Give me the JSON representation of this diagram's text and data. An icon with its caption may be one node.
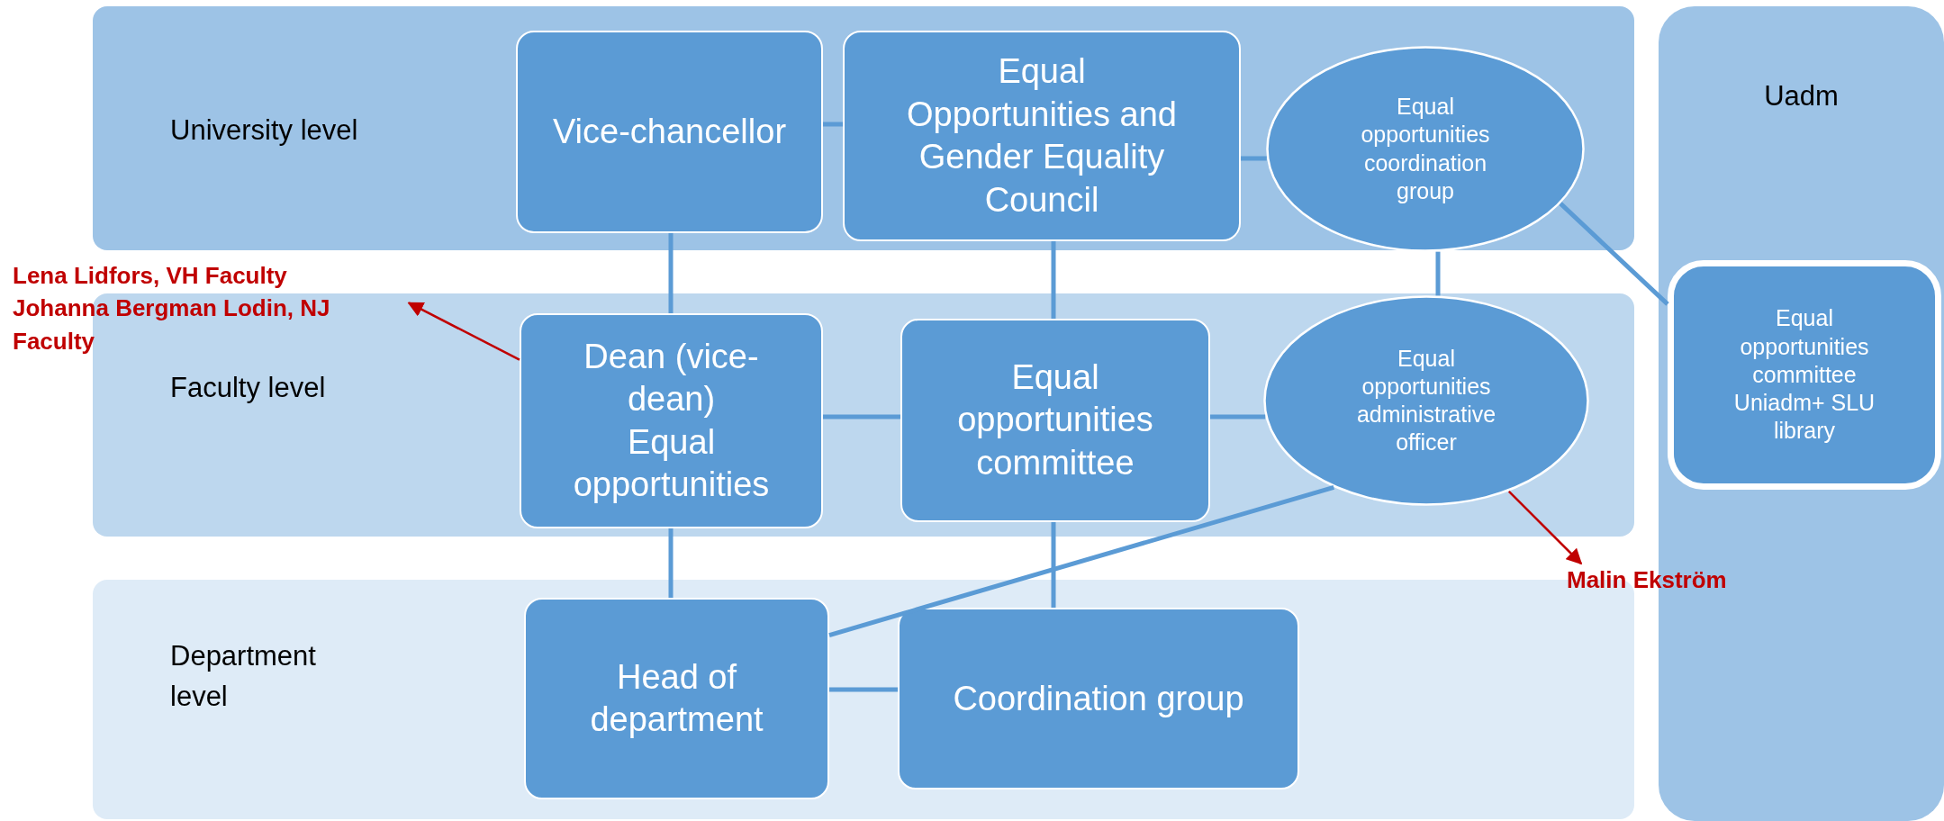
{
  "diagram": {
    "nodes": [
      {
        "text": [
          "University level"
        ]
      },
      {
        "text": [
          "Vice-chancellor"
        ],
        "in": 0
      },
      {
        "text": [
          "Equal Opportunities and Gender Equality Council"
        ],
        "in": 0
      },
      {
        "text": [
          "Equal opportunities coordination group"
        ],
        "in": 0
      },
      {
        "text": [
          "Uadm"
        ]
      },
      {
        "text": [
          "Equal opportunities committee Uniadm+ SLU library"
        ],
        "in": 4
      },
      {
        "text": [
          "Faculty level"
        ]
      },
      {
        "text": [
          "Dean (vice-dean)",
          "Equal opportunities"
        ],
        "in": 6
      },
      {
        "text": [
          "Equal opportunities committee"
        ],
        "in": 6
      },
      {
        "text": [
          "Equal opportunities administrative officer"
        ],
        "in": 6
      },
      {
        "text": [
          "Department level"
        ]
      },
      {
        "text": [
          "Head of department"
        ],
        "in": 10
      },
      {
        "text": [
          "Coordination group"
        ],
        "in": 10
      },
      {
        "text": [
          "Lena Lidfors, VH Faculty",
          "Johanna Bergman Lodin, NJ Faculty"
        ]
      },
      {
        "text": [
          "Malin Ekström"
        ]
      }
    ],
    "edges": [
      {
        "from": 1,
        "to": 2,
        "arrow": "none"
      },
      {
        "from": 2,
        "to": 3,
        "arrow": "none"
      },
      {
        "from": 3,
        "to": 5,
        "arrow": "none"
      },
      {
        "from": 1,
        "to": 7,
        "arrow": "none"
      },
      {
        "from": 2,
        "to": 8,
        "arrow": "none"
      },
      {
        "from": 3,
        "to": 9,
        "arrow": "none"
      },
      {
        "from": 7,
        "to": 8,
        "arrow": "none"
      },
      {
        "from": 8,
        "to": 9,
        "arrow": "none"
      },
      {
        "from": 7,
        "to": 11,
        "arrow": "none"
      },
      {
        "from": 8,
        "to": 12,
        "arrow": "none"
      },
      {
        "from": 9,
        "to": 11,
        "arrow": "none"
      },
      {
        "from": 11,
        "to": 12,
        "arrow": "none"
      },
      {
        "from": 7,
        "to": 13,
        "arrow": "to",
        "color": "#c00000"
      },
      {
        "from": 9,
        "to": 14,
        "arrow": "to",
        "color": "#c00000"
      }
    ]
  }
}
